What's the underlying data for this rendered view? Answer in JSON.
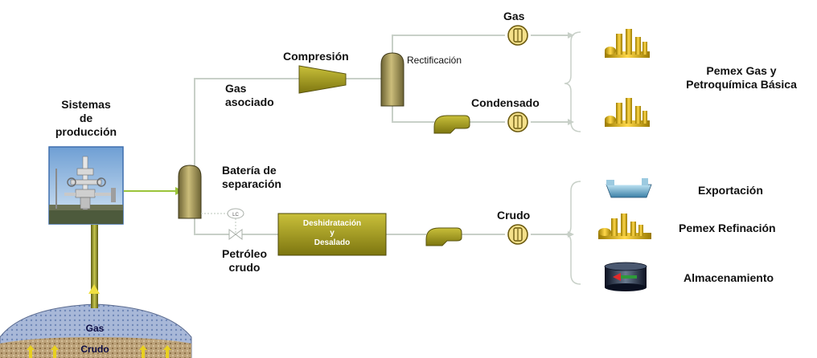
{
  "labels": {
    "sistemas": [
      "Sistemas",
      "de",
      "producción"
    ],
    "gas_asociado": [
      "Gas",
      "asociado"
    ],
    "compresion": "Compresión",
    "rectificacion": "Rectificación",
    "gas": "Gas",
    "condensado": "Condensado",
    "pemex_gas": [
      "Pemex Gas y",
      "Petroquímica Básica"
    ],
    "bateria": [
      "Batería de",
      "separación"
    ],
    "lc": "LC",
    "deshidratacion": [
      "Deshidratación",
      "y",
      "Desalado"
    ],
    "crudo": "Crudo",
    "petroleo": [
      "Petróleo",
      "crudo"
    ],
    "exportacion": "Exportación",
    "pemex_refinacion": "Pemex Refinación",
    "almacenamiento": "Almacenamiento",
    "reservoir": [
      "Gas",
      "Crudo"
    ]
  },
  "colors": {
    "line": "#c8d0c8",
    "feed_line": "#9bc43a",
    "vessel": "#a99a52",
    "box": "#a8a020",
    "well_pipe": "#8a8a20",
    "reservoir_gas": "#8aa0c8",
    "reservoir_oil": "#b09050"
  },
  "icons": [
    "wellhead-photo-icon",
    "refinery-icon",
    "ship-icon",
    "storage-tank-icon",
    "pump-icon",
    "meter-icon",
    "compressor-icon",
    "separator-vessel-icon"
  ]
}
